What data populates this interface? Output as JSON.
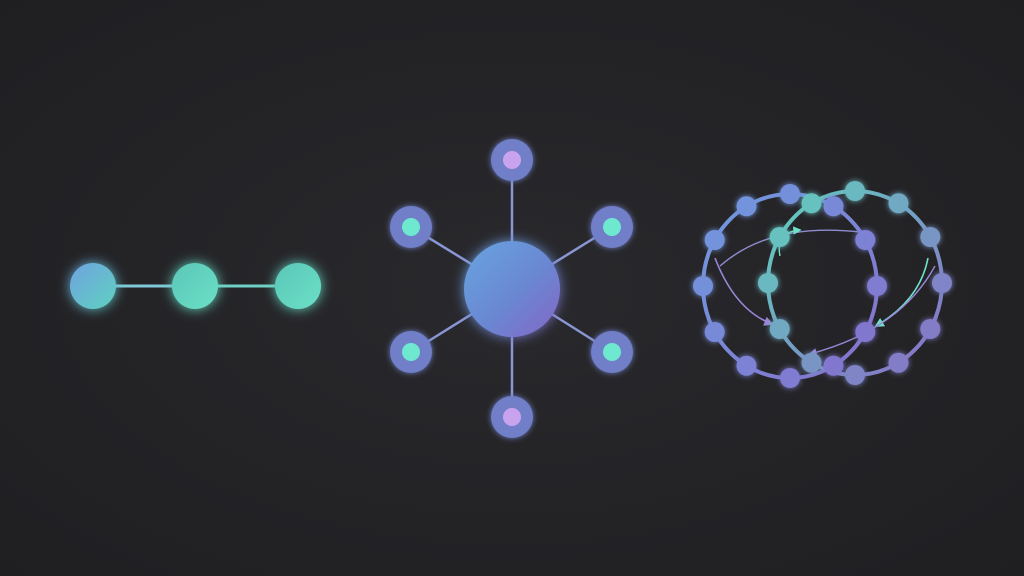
{
  "colors": {
    "background": "#232326",
    "teal": "#5fd1c0",
    "blue": "#6f8fd6",
    "violet": "#8a6cc9",
    "edge": "#7b86c9",
    "inner_teal": "#6ee8cf",
    "inner_lavender": "#c9a3ee"
  },
  "diagrams": [
    {
      "kind": "chain",
      "node_count": 3
    },
    {
      "kind": "star",
      "leaf_count": 6
    },
    {
      "kind": "interlocking-rings",
      "ring_count": 2,
      "nodes_per_ring": 12
    }
  ]
}
